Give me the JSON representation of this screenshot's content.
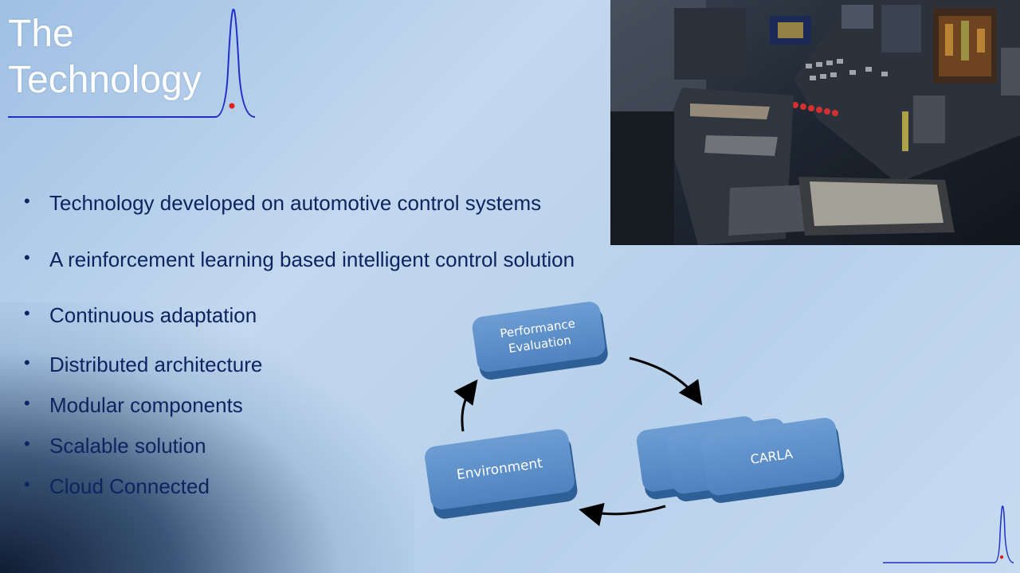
{
  "title": {
    "line1": "The",
    "line2": "Technology"
  },
  "bullets": [
    "Technology developed on automotive control systems",
    "A reinforcement learning based intelligent control solution",
    "Continuous adaptation",
    "Distributed architecture",
    "Modular components",
    "Scalable solution",
    "Cloud Connected"
  ],
  "bullet_marker": "•",
  "diagram": {
    "performance_line1": "Performance",
    "performance_line2": "Evaluation",
    "carla": "CARLA",
    "environment": "Environment"
  },
  "colors": {
    "title": "#ffffff",
    "bullet_text": "#0d2460",
    "node_fill": "#5b8ec8",
    "node_side": "#2f5f97",
    "logo_line": "#1f2fc8",
    "logo_dot": "#e02020"
  }
}
